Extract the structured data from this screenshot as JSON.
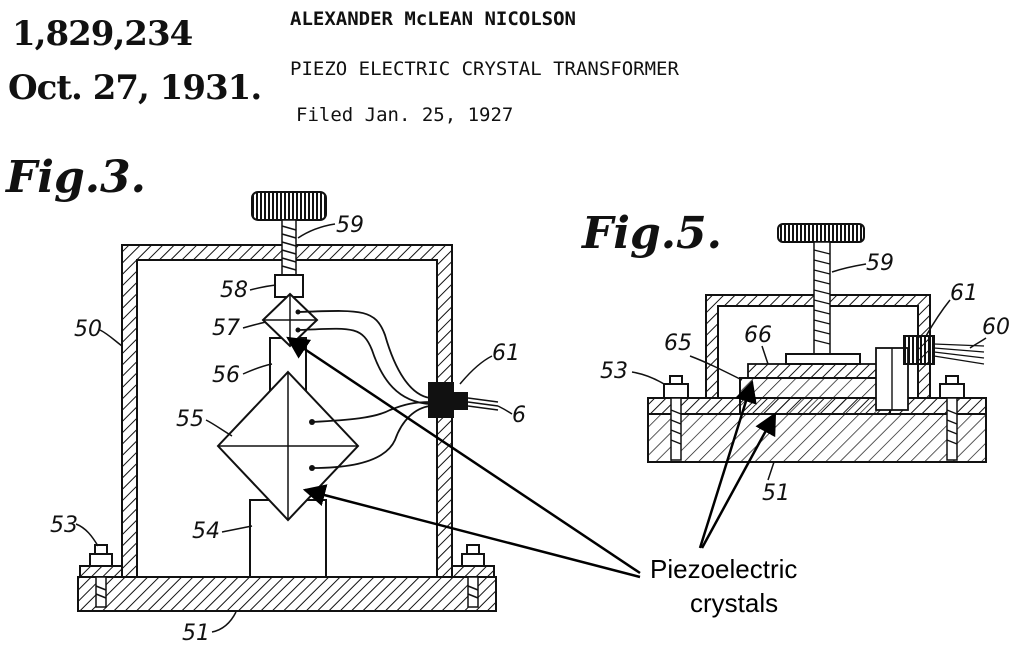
{
  "header": {
    "patent_number": "1,829,234",
    "patent_date": "Oct. 27, 1931.",
    "inventor": "ALEXANDER McLEAN NICOLSON",
    "title": "PIEZO ELECTRIC CRYSTAL TRANSFORMER",
    "filed": "Filed Jan. 25, 1927"
  },
  "fig3": {
    "label": "Fig.3.",
    "refs": {
      "r59": "59",
      "r58": "58",
      "r57": "57",
      "r56": "56",
      "r55": "55",
      "r54": "54",
      "r50": "50",
      "r51": "51",
      "r53": "53",
      "r61": "61",
      "r6": "6"
    }
  },
  "fig5": {
    "label": "Fig.5.",
    "refs": {
      "r59": "59",
      "r61": "61",
      "r60": "60",
      "r66": "66",
      "r65": "65",
      "r53": "53",
      "r51": "51"
    }
  },
  "annotation": {
    "line1": "Piezoelectric",
    "line2": "crystals"
  }
}
